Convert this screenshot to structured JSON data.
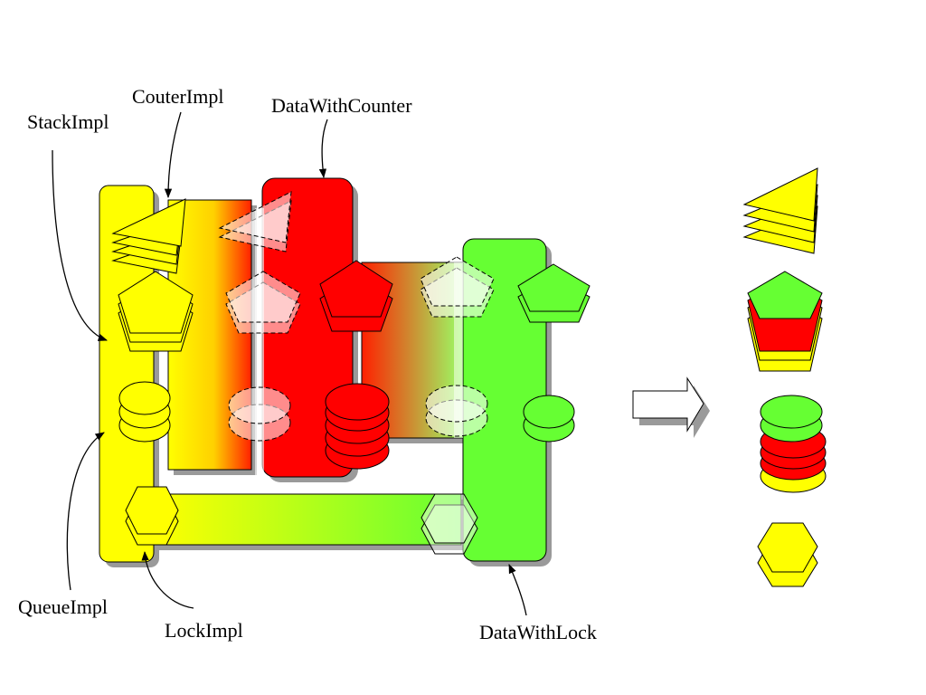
{
  "labels": {
    "couter_impl": "CouterImpl",
    "data_with_counter": "DataWithCounter",
    "stack_impl": "StackImpl",
    "queue_impl": "QueueImpl",
    "lock_impl": "LockImpl",
    "data_with_lock": "DataWithLock"
  },
  "colors": {
    "yellow": "#ffff00",
    "red": "#ff0000",
    "green": "#66ff33",
    "shadow": "#9a9a9a",
    "outline": "#000000"
  },
  "legend_shapes": [
    "triangle-stack",
    "pentagon-stack",
    "ellipse-stack",
    "hexagon-stack"
  ]
}
